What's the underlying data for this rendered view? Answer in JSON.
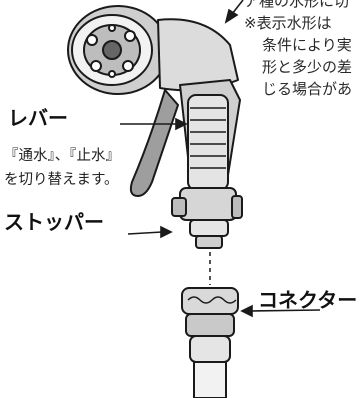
{
  "top_note": {
    "line0": "ア種の水形に切",
    "line1": "※表示水形は",
    "line2": "条件により実",
    "line3": "形と多少の差",
    "line4": "じる場合があ"
  },
  "lever": {
    "title": "レバー",
    "desc_line1": "『通水』、『止水』",
    "desc_line2": "を切り替えます。"
  },
  "stopper": {
    "title": "ストッパー"
  },
  "connector": {
    "title": "コネクター"
  },
  "colors": {
    "ink": "#1a1a1a",
    "body_gray": "#d4d4d4",
    "dark_gray": "#555555"
  }
}
